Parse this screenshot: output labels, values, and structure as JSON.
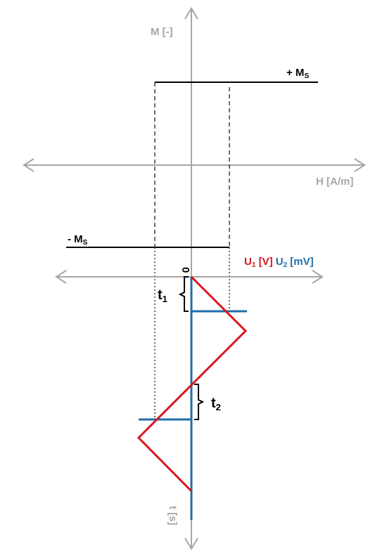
{
  "labels": {
    "m_axis": "M [-]",
    "h_axis": "H [A/m]",
    "plus_ms": "+ M",
    "plus_ms_sub": "S",
    "minus_ms": "- M",
    "minus_ms_sub": "S",
    "u1": "U",
    "u1_sub": "1",
    "u1_unit": " [V]",
    "u2": " U",
    "u2_sub": "2",
    "u2_unit": " [mV]",
    "zero": "0",
    "t_axis": "t [s]",
    "t1": "t",
    "t1_sub": "1",
    "t2": "t",
    "t2_sub": "2"
  },
  "colors": {
    "axis": "#a6a6a6",
    "black": "#000000",
    "red": "#d9161d",
    "blue": "#1f6ea8"
  }
}
